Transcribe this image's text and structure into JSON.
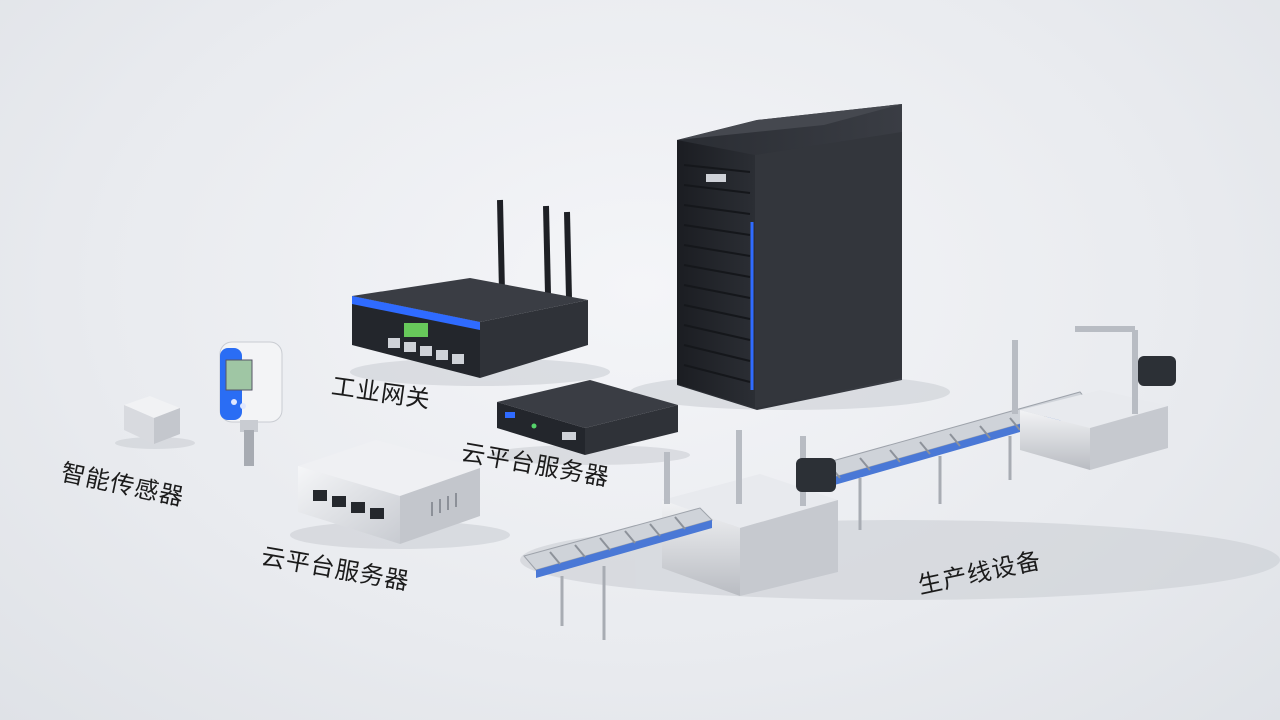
{
  "labels": {
    "gateway": "工业网关",
    "sensor": "智能传感器",
    "cloud_server_1": "云平台服务器",
    "cloud_server_2": "云平台服务器",
    "production_line": "生产线设备"
  }
}
